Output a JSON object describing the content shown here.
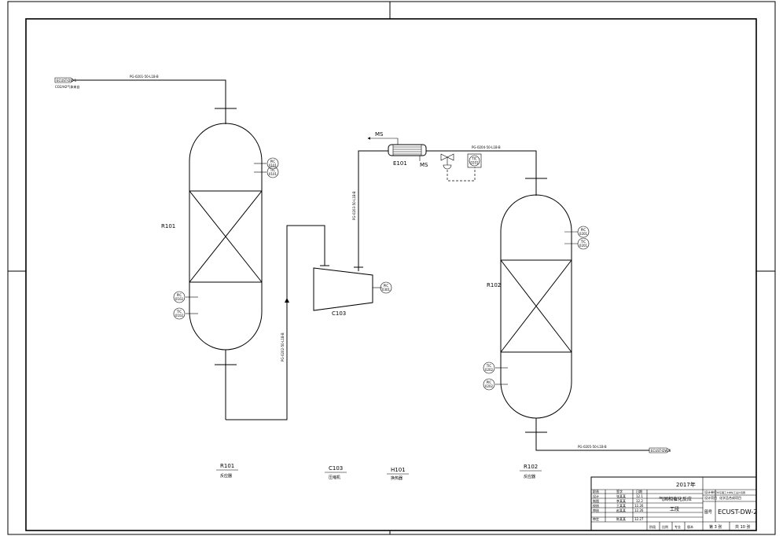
{
  "streams": {
    "feed_tag": "ECUST-DW-1",
    "feed_note": "CO2/H2气体来自",
    "line_feed": "PG-0201-50-L1B-B",
    "line_r101_c103": "PG-0202-50-L1B-B",
    "line_c103_e101": "PG-0203-50-L1B-B",
    "line_e101_r102": "PG-0204-50-L1B-B",
    "line_out": "PG-0205-50-L1B-B",
    "out_tag": "ECUST-DW-3",
    "ms_in": "MS",
    "ms_out": "MS"
  },
  "equipment": {
    "r101": "R101",
    "r102": "R102",
    "c103": "C103",
    "e101": "E101"
  },
  "instruments": {
    "r101_top_1": {
      "type": "PIC",
      "num": "0101"
    },
    "r101_top_2": {
      "type": "TIC",
      "num": "0101"
    },
    "r101_bot_1": {
      "type": "PIC",
      "num": "0102"
    },
    "r101_bot_2": {
      "type": "TIC",
      "num": "0102"
    },
    "c103": {
      "type": "PIC",
      "num": "0301"
    },
    "e101": {
      "type": "TIC",
      "num": "0201"
    },
    "r102_top_1": {
      "type": "PIC",
      "num": "0201"
    },
    "r102_top_2": {
      "type": "TIC",
      "num": "0201"
    },
    "r102_bot_1": {
      "type": "TIC",
      "num": "0202"
    },
    "r102_bot_2": {
      "type": "PIC",
      "num": "0202"
    }
  },
  "legend": [
    {
      "tag": "R101",
      "name": "反应器"
    },
    {
      "tag": "C103",
      "name": "压缩机"
    },
    {
      "tag": "H101",
      "name": "换热器"
    },
    {
      "tag": "R102",
      "name": "反应器"
    }
  ],
  "title_block": {
    "year": "2017年",
    "title_line1": "气固相催化反应",
    "title_line2": "工段",
    "drawing_no_label": "图号",
    "drawing_no": "ECUST-DW-2",
    "school": "华东理工大学化工设计竞赛",
    "team_label": "设计项目",
    "team": "化学品合成项目",
    "project_label": "设计单位",
    "rows": [
      {
        "role": "设计",
        "name": "张某某",
        "date": "12.1"
      },
      {
        "role": "制图",
        "name": "李某某",
        "date": "12.2"
      },
      {
        "role": "校核",
        "name": "王某某",
        "date": "12.26"
      },
      {
        "role": "审核",
        "name": "赵某某",
        "date": "12.26"
      },
      {
        "role": "审定",
        "name": "陈某某",
        "date": "12.27"
      }
    ],
    "header": {
      "role": "职责",
      "name": "签字",
      "date": "日期"
    },
    "bottom_cells": [
      "阶段",
      "比例",
      "专业",
      "版本"
    ],
    "sheet": "第 3 张",
    "total": "共 10 张"
  }
}
